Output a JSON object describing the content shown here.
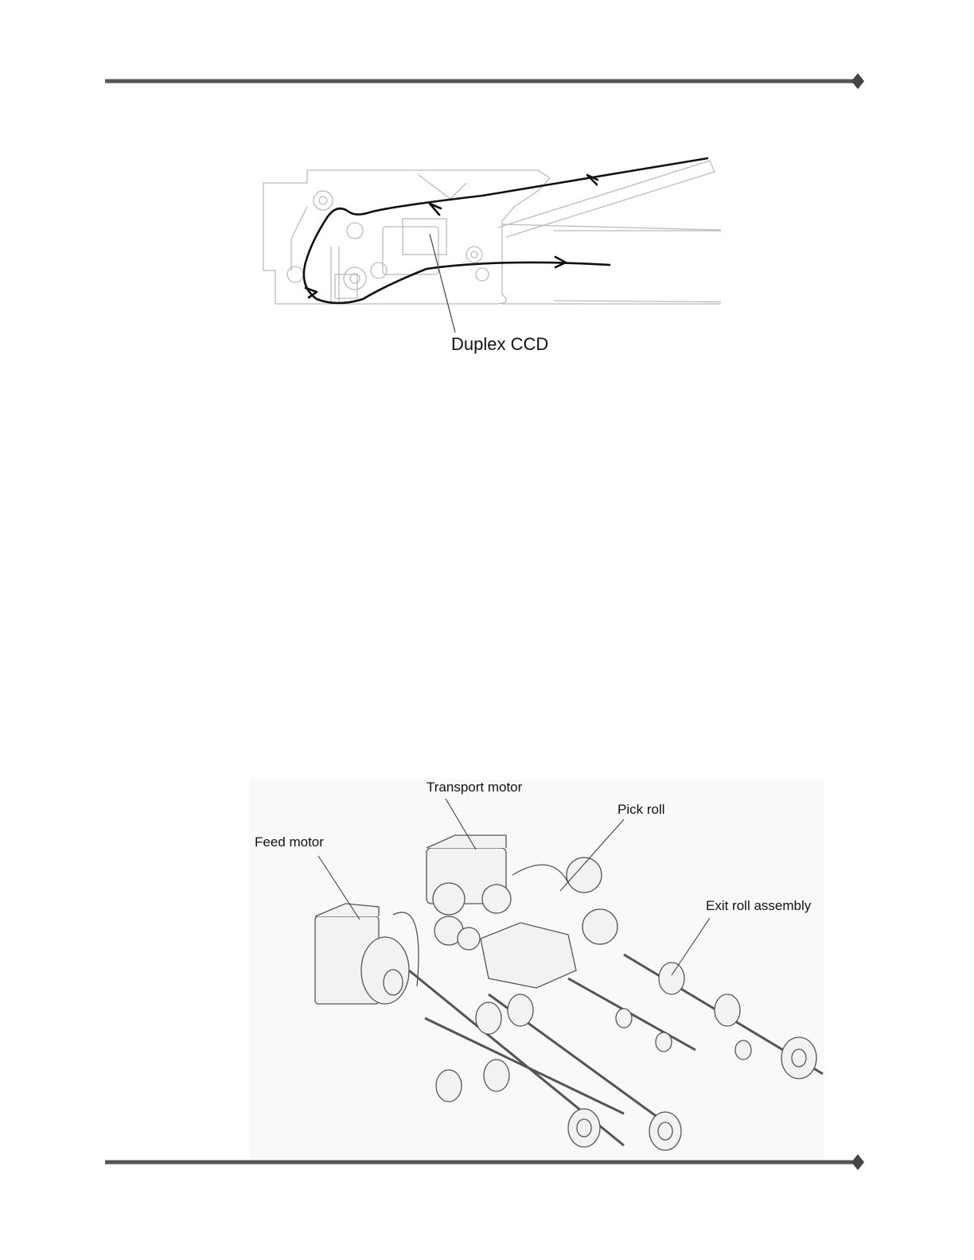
{
  "figure_top": {
    "callout": "Duplex CCD"
  },
  "figure_bottom": {
    "callouts": {
      "transport_motor": "Transport motor",
      "pick_roll": "Pick roll",
      "feed_motor": "Feed motor",
      "exit_roll_assembly": "Exit roll assembly"
    }
  },
  "colors": {
    "rule": "#555555",
    "line_art": "#bbbbbb",
    "paper_path": "#111111"
  }
}
